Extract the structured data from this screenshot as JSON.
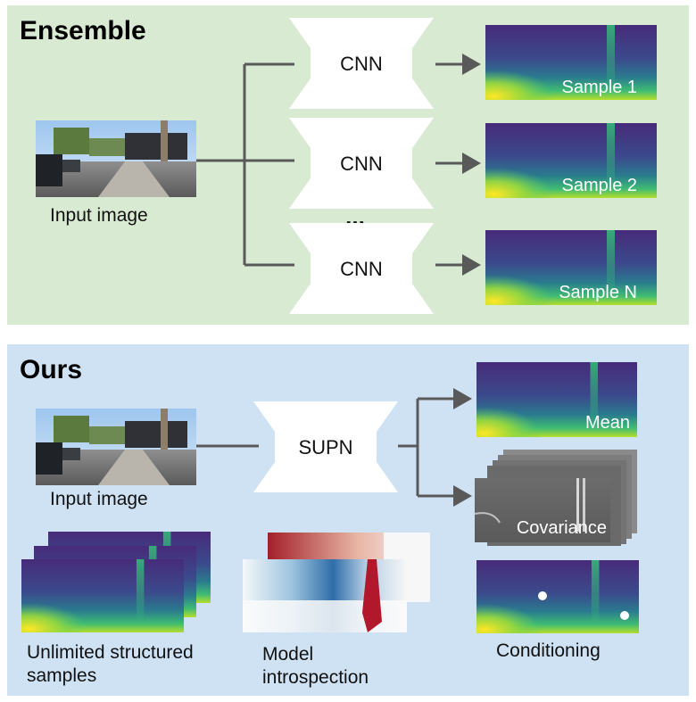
{
  "colors": {
    "ensemble_bg": "#d9ead3",
    "ours_bg": "#cfe2f3",
    "wire": "#595959",
    "depth_low": "#440154",
    "depth_mid": "#21918c",
    "depth_high": "#fde725",
    "diverge_neg": "#2166ac",
    "diverge_pos": "#b2182b"
  },
  "ensemble": {
    "title": "Ensemble",
    "input_label": "Input image",
    "networks": [
      "CNN",
      "CNN",
      "CNN"
    ],
    "ellipsis": "...",
    "samples": [
      "Sample 1",
      "Sample 2",
      "Sample N"
    ]
  },
  "ours": {
    "title": "Ours",
    "input_label": "Input image",
    "network": "SUPN",
    "outputs": {
      "mean": "Mean",
      "covariance": "Covariance"
    },
    "applications": {
      "samples": [
        "Unlimited structured",
        "samples"
      ],
      "introspection": [
        "Model",
        "introspection"
      ],
      "conditioning": "Conditioning"
    }
  }
}
